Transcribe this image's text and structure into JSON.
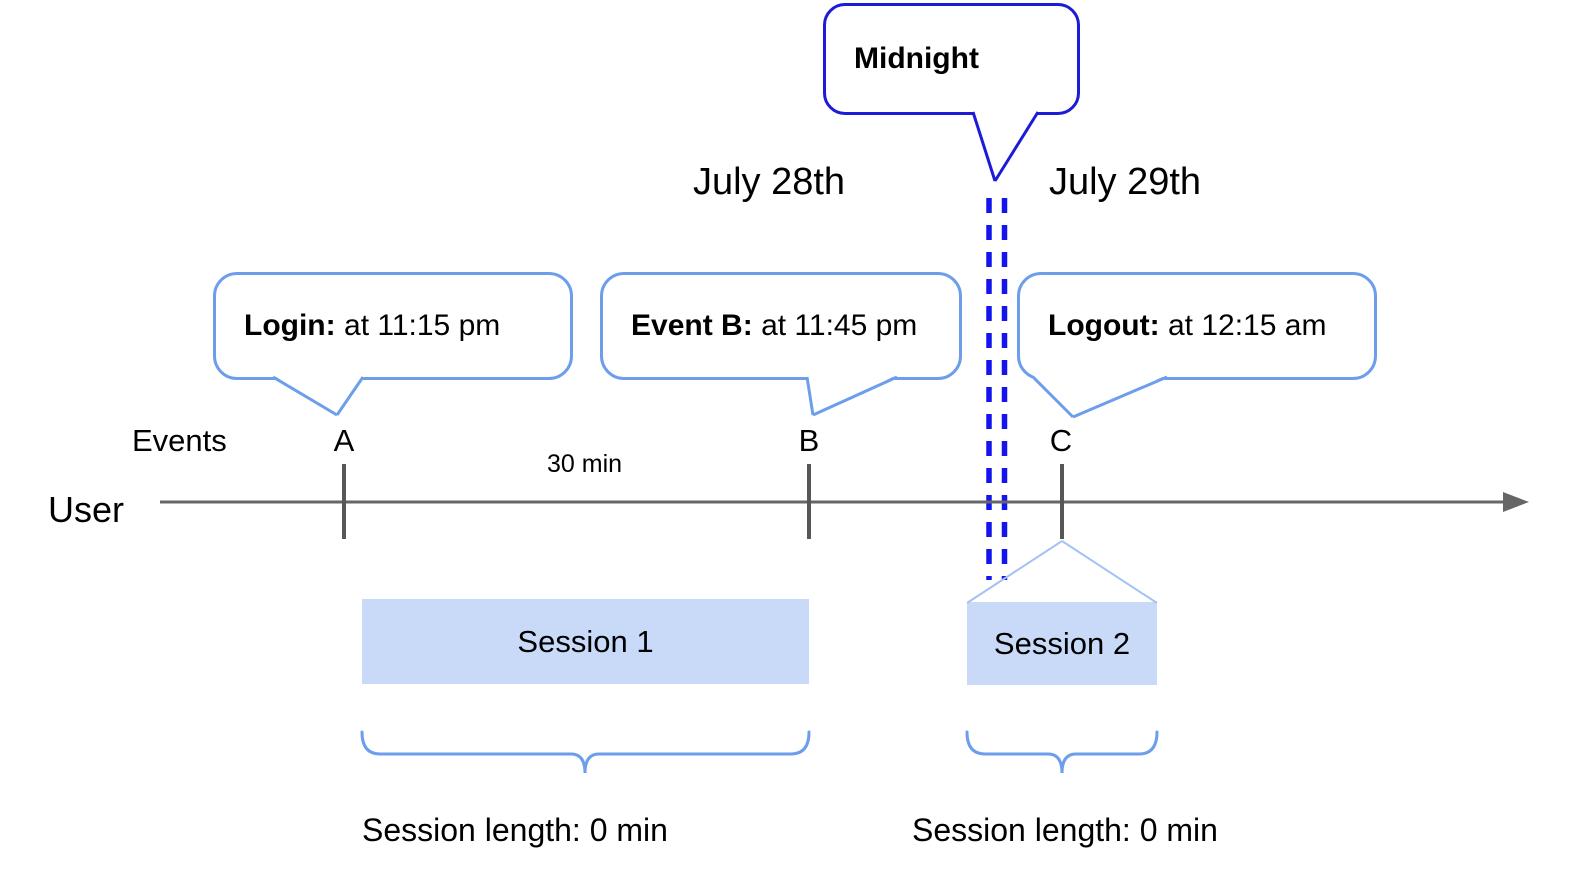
{
  "callouts": {
    "midnight": {
      "label": "Midnight"
    },
    "login": {
      "bold": "Login:",
      "rest": "at 11:15 pm"
    },
    "event_b": {
      "bold": "Event B:",
      "rest": "at 11:45 pm"
    },
    "logout": {
      "bold": "Logout:",
      "rest": "at 12:15 am"
    }
  },
  "dates": {
    "before_midnight": "July 28th",
    "after_midnight": "July 29th"
  },
  "timeline": {
    "events_label": "Events",
    "user_label": "User",
    "interval_label": "30 min",
    "markers": [
      "A",
      "B",
      "C"
    ]
  },
  "sessions": {
    "session1": {
      "label": "Session 1",
      "length": "Session length: 0 min"
    },
    "session2": {
      "label": "Session 2",
      "length": "Session length: 0 min"
    }
  },
  "colors": {
    "callout_border": "#6d9eeb",
    "midnight_border": "#1b1bd8",
    "midnight_dashes": "#1414ee",
    "timeline_line": "#666666",
    "event_tick": "#575757",
    "session_fill": "#c9daf8",
    "session_connector": "#a4c2f4",
    "brace": "#6d9eeb",
    "text": "#000000"
  }
}
